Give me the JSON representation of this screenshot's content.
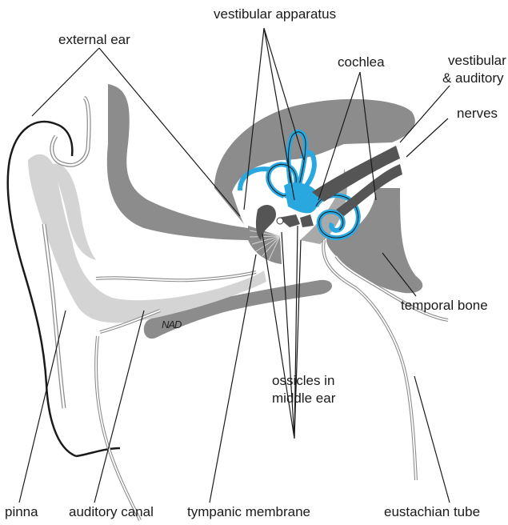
{
  "labels": {
    "vestibular_apparatus": "vestibular apparatus",
    "external_ear": "external ear",
    "cochlea": "cochlea",
    "vestibular_auditory_nerves_line1": "vestibular",
    "vestibular_auditory_nerves_line2": "& auditory",
    "vestibular_auditory_nerves_line3": "nerves",
    "temporal_bone": "temporal bone",
    "ossicles_line1": "ossicles in",
    "ossicles_line2": "middle ear",
    "pinna": "pinna",
    "auditory_canal": "auditory canal",
    "tympanic_membrane": "tympanic membrane",
    "eustachian_tube": "eustachian tube"
  },
  "artist_signature": "NAD",
  "colors": {
    "bone_dark": "#8c8c8c",
    "bone_mid": "#a9a9a9",
    "skin_light": "#d4d4d4",
    "labyrinth_blue": "#29a8e0",
    "line": "#1a1a1a"
  }
}
